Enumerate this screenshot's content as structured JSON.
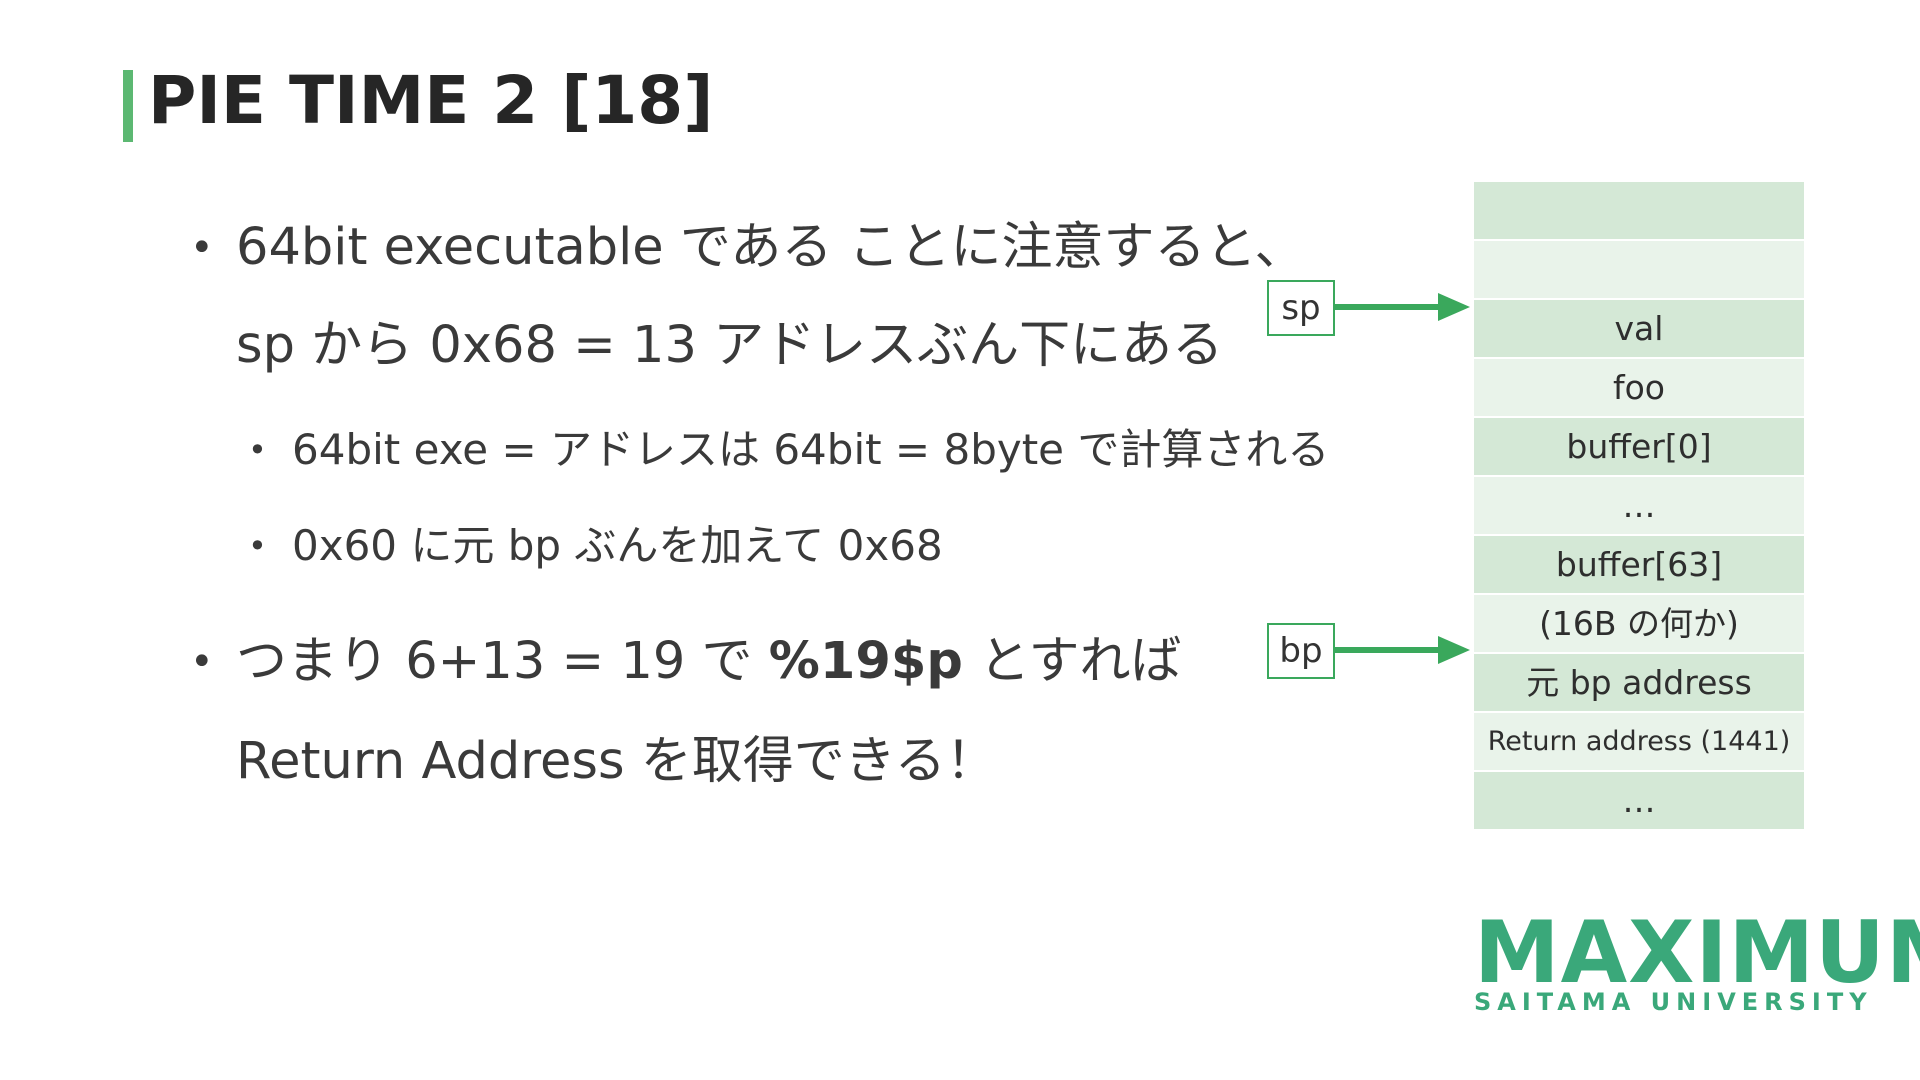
{
  "slide": {
    "title": "PIE TIME 2 [18]",
    "accent_color": "#5cb872",
    "bullet_glyph": "•"
  },
  "bullets": [
    {
      "line1": "64bit executable である ことに注意すると、",
      "line2": "sp から 0x68 = 13 アドレスぶん下にある",
      "sub": [
        "64bit exe = アドレスは 64bit = 8byte で計算される",
        "0x60 に元 bp ぶんを加えて 0x68"
      ]
    },
    {
      "line1_pre": "つまり 6+13 = 19 で ",
      "line1_strong": "%19$p",
      "line1_post": " とすれば",
      "line2": "Return Address を取得できる！"
    }
  ],
  "pointers": {
    "sp": "sp",
    "bp": "bp",
    "color": "#3aa85c"
  },
  "stack": {
    "cells": [
      "",
      "",
      "val",
      "foo",
      "buffer[0]",
      "…",
      "buffer[63]",
      "(16B の何か)",
      "元 bp address",
      "Return address (1441)",
      "…"
    ],
    "color_dark": "#d4e8d6",
    "color_light": "#e9f3ea"
  },
  "logo": {
    "name": "MAXIMUM",
    "subtitle": "SAITAMA UNIVERSITY",
    "color": "#3aa87a"
  }
}
